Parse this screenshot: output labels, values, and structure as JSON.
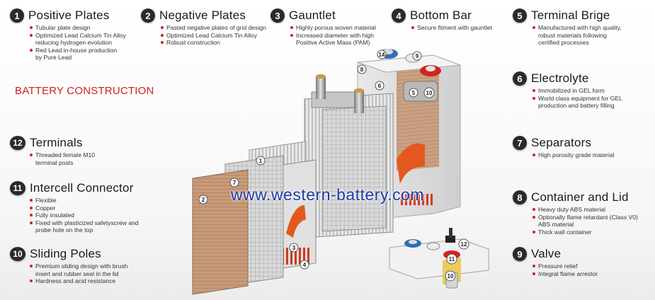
{
  "heading": "BATTERY CONSTRUCTION",
  "watermark": "www.western-battery.com",
  "sections": [
    {
      "id": 1,
      "number": "1",
      "title": "Positive Plates",
      "items": [
        "Tubular plate design",
        "Optimized Lead Calcium Tin Alloy",
        "reducing hydrogen evolution",
        "Red Lead in-house production",
        "by Pure Lead"
      ]
    },
    {
      "id": 2,
      "number": "2",
      "title": "Negative Plates",
      "items": [
        "Pasted negative plates of grid design",
        "Optimized Lead Calcium Tin Alloy",
        "Robust construction"
      ]
    },
    {
      "id": 3,
      "number": "3",
      "title": "Gauntlet",
      "items": [
        "Highly porous woven material",
        "Increased diameter with high",
        "Positive Active Mass (PAM)"
      ]
    },
    {
      "id": 4,
      "number": "4",
      "title": "Bottom Bar",
      "items": [
        "Secure fitment with gauntlet"
      ]
    },
    {
      "id": 5,
      "number": "5",
      "title": "Terminal Brige",
      "items": [
        "Manufactured with high quality,",
        "robust materials following",
        "certified processes"
      ]
    },
    {
      "id": 6,
      "number": "6",
      "title": "Electrolyte",
      "items": [
        "Immobilized in GEL form",
        "World class equipment for GEL",
        "production and battery filling"
      ]
    },
    {
      "id": 7,
      "number": "7",
      "title": "Separators",
      "items": [
        "High porosity grade material"
      ]
    },
    {
      "id": 8,
      "number": "8",
      "title": "Container and Lid",
      "items": [
        "Heavy duty ABS material",
        "Optionally flame retardant (Class V0)",
        "ABS material",
        "Thick wall container"
      ]
    },
    {
      "id": 9,
      "number": "9",
      "title": "Valve",
      "items": [
        "Pressure relief",
        "Integral flame arrestor"
      ]
    },
    {
      "id": 10,
      "number": "10",
      "title": "Sliding Poles",
      "items": [
        "Premium sliding design with brush",
        "insert and rubber seal in the lid",
        "Hardness and acid resistance"
      ]
    },
    {
      "id": 11,
      "number": "11",
      "title": "Intercell Connector",
      "items": [
        "Flexible",
        "Copper",
        "Fully insulated",
        "Fixed with plasticized safetyscrew and",
        "probe hole on the top"
      ]
    },
    {
      "id": 12,
      "number": "12",
      "title": "Terminals",
      "items": [
        "Threaded female M10",
        "terminal posts"
      ]
    }
  ],
  "callouts": [
    "1",
    "2",
    "3",
    "4",
    "5",
    "6",
    "7",
    "8",
    "9",
    "10",
    "11",
    "12",
    "14"
  ],
  "colors": {
    "accent_red": "#d51d1d",
    "watermark_blue": "#1d3aa6",
    "badge_dark": "#2a2a2a"
  }
}
